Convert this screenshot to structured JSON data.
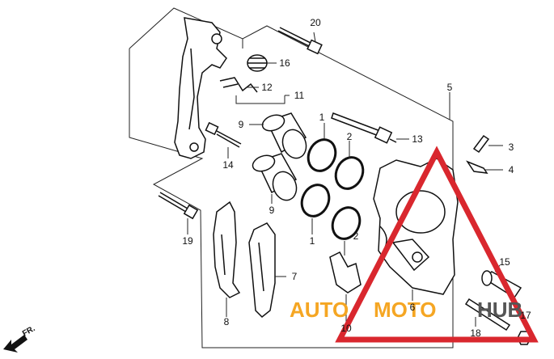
{
  "parts": [
    {
      "id": "p1a",
      "label": "1"
    },
    {
      "id": "p1b",
      "label": "1"
    },
    {
      "id": "p2a",
      "label": "2"
    },
    {
      "id": "p2b",
      "label": "2"
    },
    {
      "id": "p3",
      "label": "3"
    },
    {
      "id": "p4",
      "label": "4"
    },
    {
      "id": "p5",
      "label": "5"
    },
    {
      "id": "p6",
      "label": "6"
    },
    {
      "id": "p7",
      "label": "7"
    },
    {
      "id": "p8",
      "label": "8"
    },
    {
      "id": "p9a",
      "label": "9"
    },
    {
      "id": "p9b",
      "label": "9"
    },
    {
      "id": "p10",
      "label": "10"
    },
    {
      "id": "p11",
      "label": "11"
    },
    {
      "id": "p12",
      "label": "12"
    },
    {
      "id": "p13",
      "label": "13"
    },
    {
      "id": "p14",
      "label": "14"
    },
    {
      "id": "p15",
      "label": "15"
    },
    {
      "id": "p16",
      "label": "16"
    },
    {
      "id": "p17",
      "label": "17"
    },
    {
      "id": "p18",
      "label": "18"
    },
    {
      "id": "p19",
      "label": "19"
    },
    {
      "id": "p20",
      "label": "20"
    }
  ],
  "watermark": {
    "auto": "AUTO",
    "moto": "MOTO",
    "hub": "HUB",
    "auto_color": "#f5a623",
    "moto_color": "#f5a623",
    "hub_color": "#555555",
    "triangle_color": "#d9272e"
  },
  "direction_label": "FR."
}
